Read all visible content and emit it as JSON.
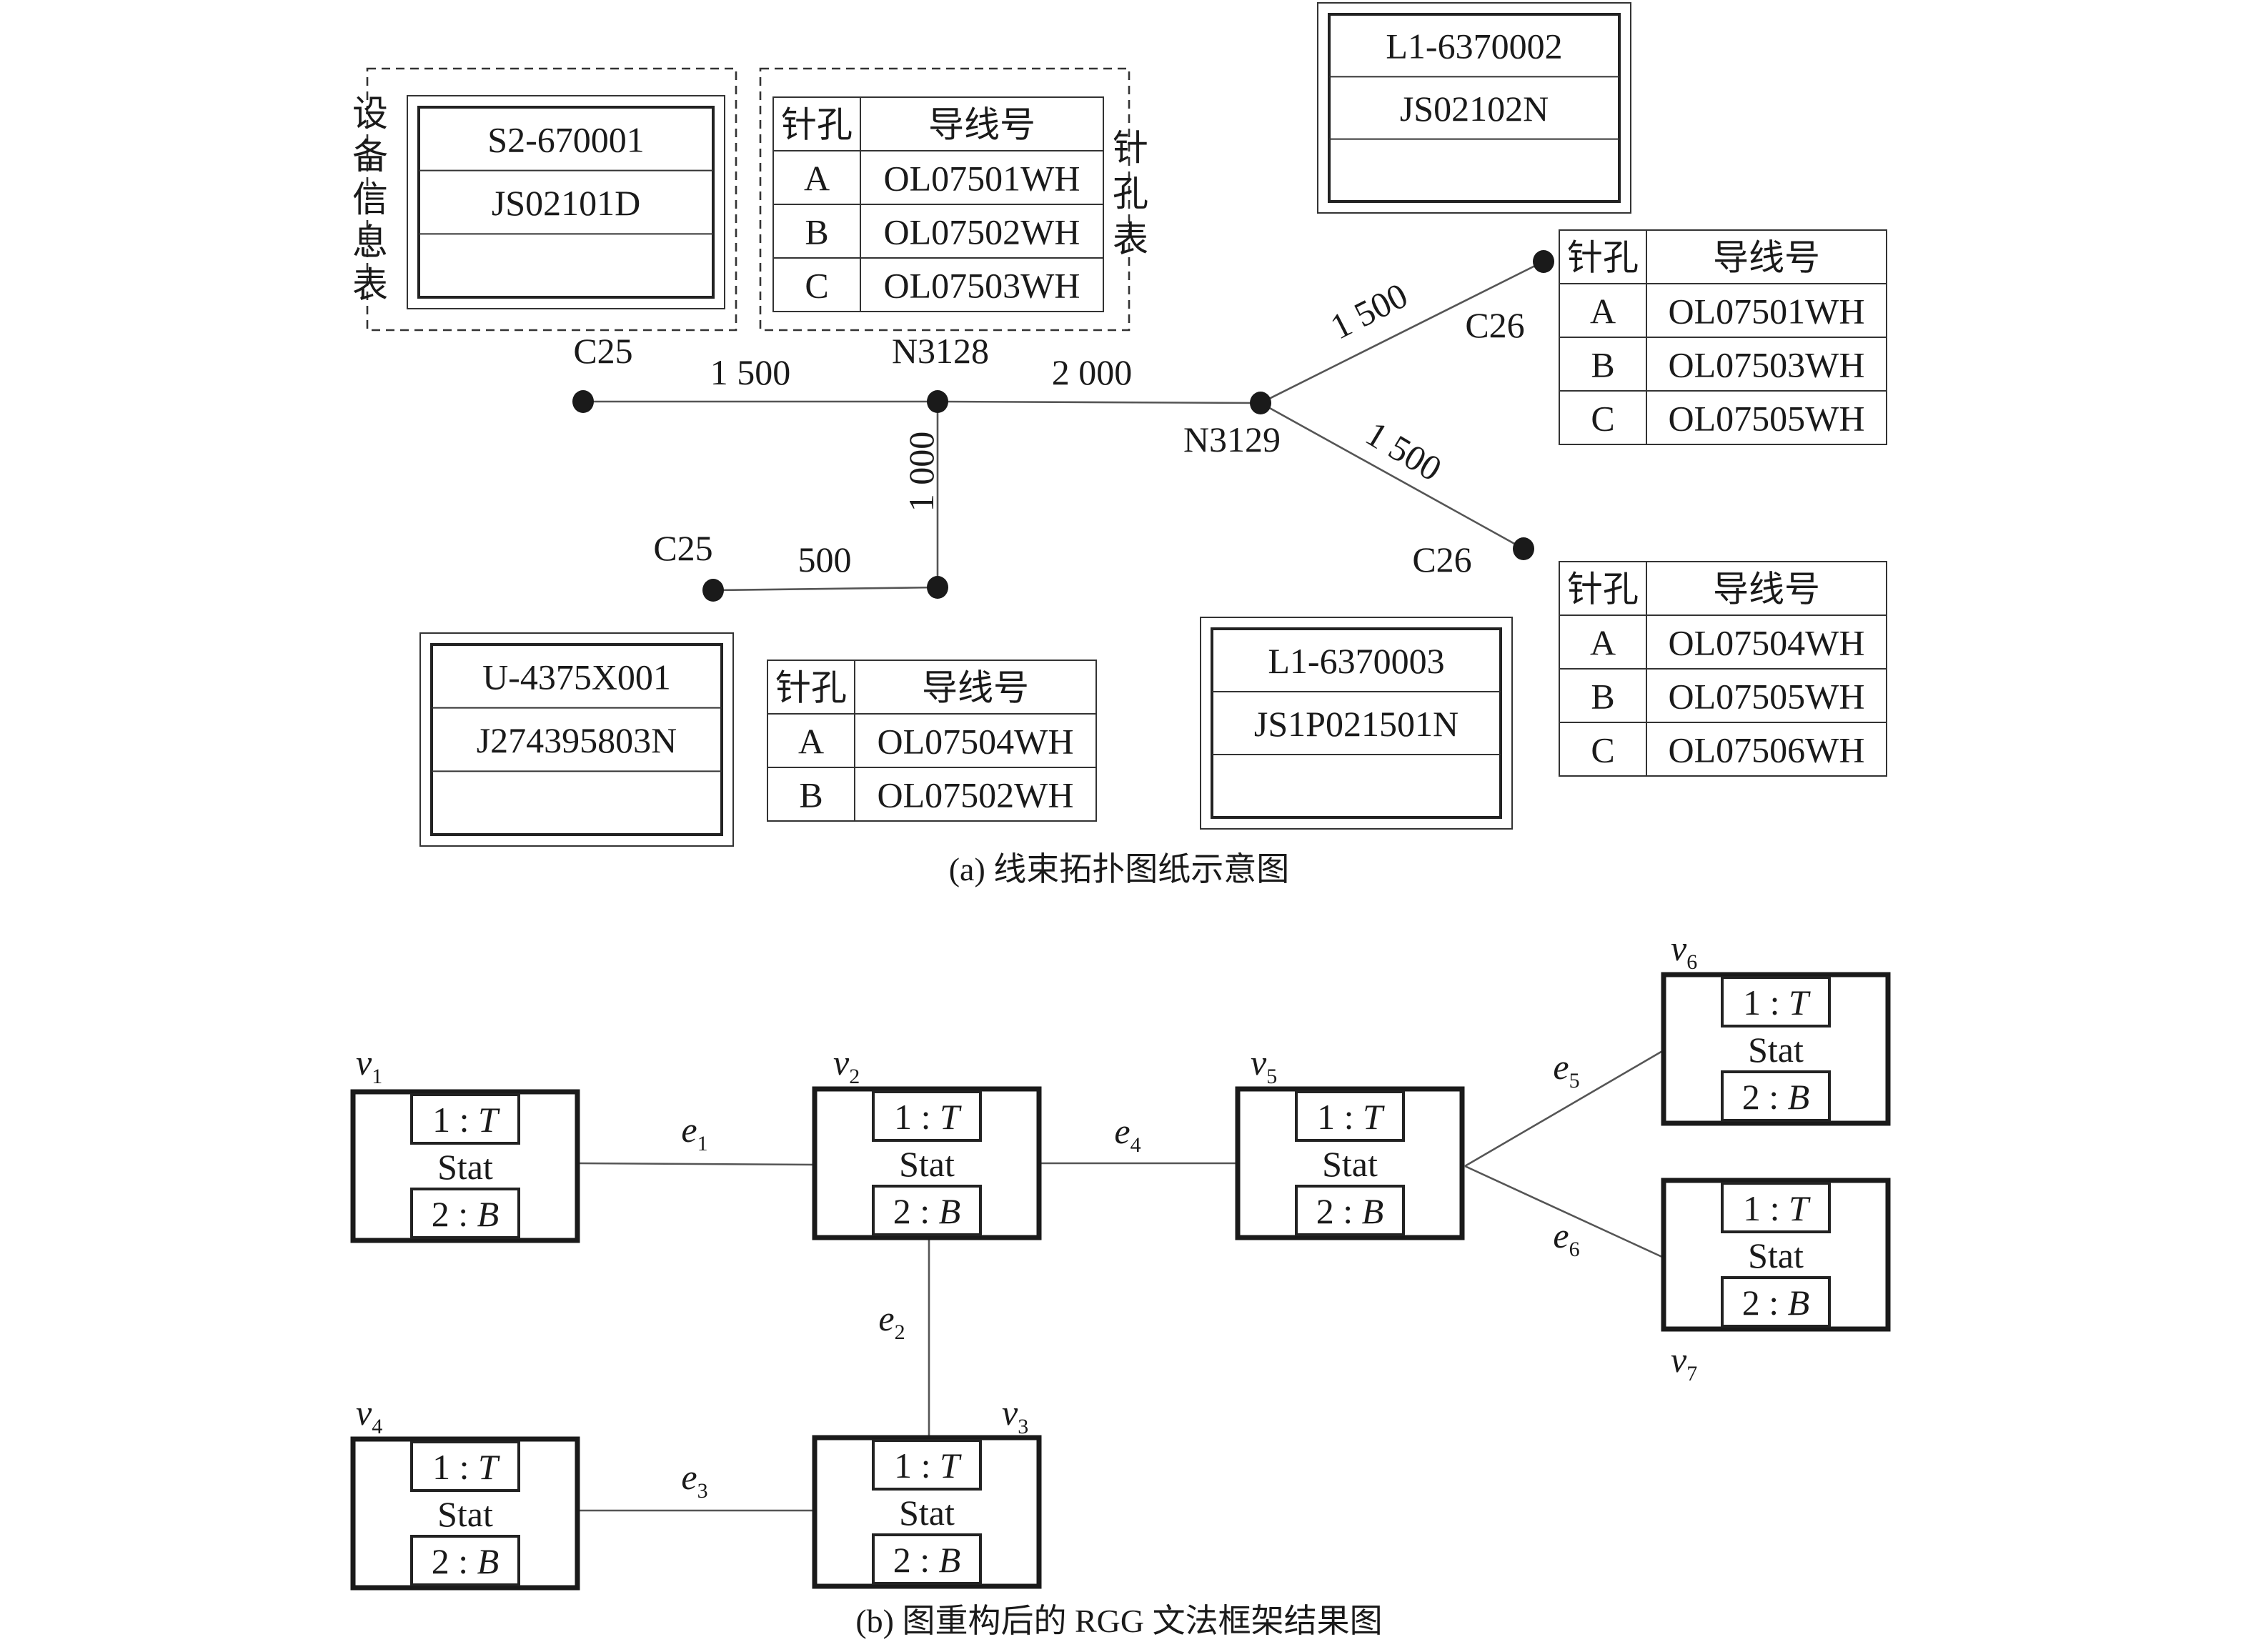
{
  "figure_a": {
    "caption": "(a) 线束拓扑图纸示意图",
    "device_info_label": "设备信息表",
    "pin_table_label": "针孔表",
    "nodes": [
      {
        "id": "c25_top",
        "label": "C25"
      },
      {
        "id": "n3128",
        "label": "N3128"
      },
      {
        "id": "n3129",
        "label": "N3129"
      },
      {
        "id": "c26_top",
        "label": "C26"
      },
      {
        "id": "c26_bottom",
        "label": "C26"
      },
      {
        "id": "c25_bottom",
        "label": "C25"
      },
      {
        "id": "junction_bottom",
        "label": ""
      }
    ],
    "segments": [
      {
        "from": "c25_top",
        "to": "n3128",
        "length": "1 500"
      },
      {
        "from": "n3128",
        "to": "n3129",
        "length": "2 000"
      },
      {
        "from": "n3129",
        "to": "c26_top",
        "length": "1 500"
      },
      {
        "from": "n3129",
        "to": "c26_bottom",
        "length": "1 500"
      },
      {
        "from": "n3128",
        "to": "junction_bottom",
        "length": "1 000"
      },
      {
        "from": "junction_bottom",
        "to": "c25_bottom",
        "length": "500"
      }
    ],
    "device_tables": [
      {
        "id": "dev_s2",
        "rows": [
          "S2-670001",
          "JS02101D",
          ""
        ]
      },
      {
        "id": "dev_l1_002",
        "rows": [
          "L1-6370002",
          "JS02102N",
          ""
        ]
      },
      {
        "id": "dev_u4375",
        "rows": [
          "U-4375X001",
          "J274395803N",
          ""
        ]
      },
      {
        "id": "dev_l1_003",
        "rows": [
          "L1-6370003",
          "JS1P021501N",
          ""
        ]
      }
    ],
    "pin_tables": [
      {
        "id": "pins_n3128",
        "header": [
          "针孔",
          "导线号"
        ],
        "rows": [
          [
            "A",
            "OL07501WH"
          ],
          [
            "B",
            "OL07502WH"
          ],
          [
            "C",
            "OL07503WH"
          ]
        ]
      },
      {
        "id": "pins_c26_top",
        "header": [
          "针孔",
          "导线号"
        ],
        "rows": [
          [
            "A",
            "OL07501WH"
          ],
          [
            "B",
            "OL07503WH"
          ],
          [
            "C",
            "OL07505WH"
          ]
        ]
      },
      {
        "id": "pins_c26_bottom",
        "header": [
          "针孔",
          "导线号"
        ],
        "rows": [
          [
            "A",
            "OL07504WH"
          ],
          [
            "B",
            "OL07505WH"
          ],
          [
            "C",
            "OL07506WH"
          ]
        ]
      },
      {
        "id": "pins_c25_bottom",
        "header": [
          "针孔",
          "导线号"
        ],
        "rows": [
          [
            "A",
            "OL07504WH"
          ],
          [
            "B",
            "OL07502WH"
          ]
        ]
      }
    ]
  },
  "figure_b": {
    "caption": "(b) 图重构后的 RGG 文法框架结果图",
    "vertices": [
      {
        "id": "v1",
        "name": "v",
        "sub": "1",
        "top_port": "1 : T",
        "center": "Stat",
        "bottom_port": "2 : B"
      },
      {
        "id": "v2",
        "name": "v",
        "sub": "2",
        "top_port": "1 : T",
        "center": "Stat",
        "bottom_port": "2 : B"
      },
      {
        "id": "v3",
        "name": "v",
        "sub": "3",
        "top_port": "1 : T",
        "center": "Stat",
        "bottom_port": "2 : B"
      },
      {
        "id": "v4",
        "name": "v",
        "sub": "4",
        "top_port": "1 : T",
        "center": "Stat",
        "bottom_port": "2 : B"
      },
      {
        "id": "v5",
        "name": "v",
        "sub": "5",
        "top_port": "1 : T",
        "center": "Stat",
        "bottom_port": "2 : B"
      },
      {
        "id": "v6",
        "name": "v",
        "sub": "6",
        "top_port": "1 : T",
        "center": "Stat",
        "bottom_port": "2 : B"
      },
      {
        "id": "v7",
        "name": "v",
        "sub": "7",
        "top_port": "1 : T",
        "center": "Stat",
        "bottom_port": "2 : B"
      }
    ],
    "edges": [
      {
        "id": "e1",
        "name": "e",
        "sub": "1",
        "from": "v1",
        "to": "v2"
      },
      {
        "id": "e2",
        "name": "e",
        "sub": "2",
        "from": "v2",
        "to": "v3"
      },
      {
        "id": "e3",
        "name": "e",
        "sub": "3",
        "from": "v4",
        "to": "v3"
      },
      {
        "id": "e4",
        "name": "e",
        "sub": "4",
        "from": "v2",
        "to": "v5"
      },
      {
        "id": "e5",
        "name": "e",
        "sub": "5",
        "from": "v5",
        "to": "v6"
      },
      {
        "id": "e6",
        "name": "e",
        "sub": "6",
        "from": "v5",
        "to": "v7"
      }
    ]
  }
}
